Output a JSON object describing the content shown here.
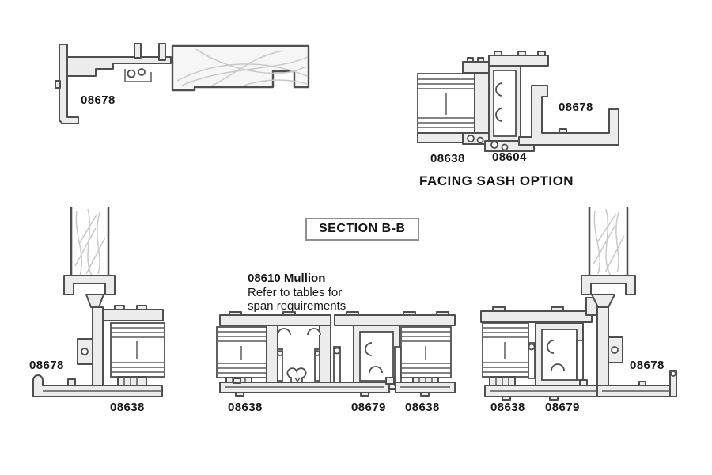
{
  "colors": {
    "background": "#ffffff",
    "outline": "#4f4f4f",
    "profile_fill": "#ececec",
    "glass_line": "#5a5a5a",
    "grain": "#c9c9c9",
    "text": "#161616",
    "section_box_border": "#8f8f8f"
  },
  "drawing": {
    "section_title": "SECTION B-B",
    "top_left": {
      "parts": [
        {
          "text": "08678"
        }
      ]
    },
    "facing_sash": {
      "caption": "FACING SASH OPTION",
      "parts": [
        {
          "text": "08638"
        },
        {
          "text": "08604"
        },
        {
          "text": "08678"
        }
      ]
    },
    "mullion_note": {
      "heading": "08610 Mullion",
      "line2": "Refer to tables for",
      "line3": "span requirements"
    },
    "bottom_left": {
      "parts": [
        {
          "text": "08678"
        },
        {
          "text": "08638"
        }
      ]
    },
    "bottom_center": {
      "parts": [
        {
          "text": "08638"
        },
        {
          "text": "08679"
        },
        {
          "text": "08638"
        }
      ]
    },
    "bottom_right": {
      "parts": [
        {
          "text": "08638"
        },
        {
          "text": "08679"
        },
        {
          "text": "08678"
        }
      ]
    }
  }
}
